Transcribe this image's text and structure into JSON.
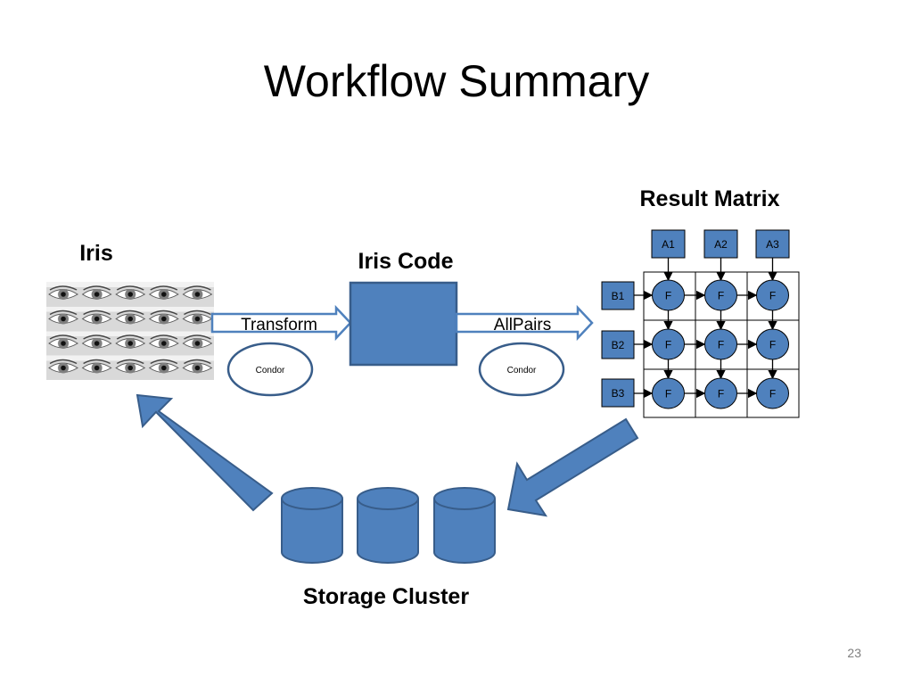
{
  "slide": {
    "title": "Workflow Summary",
    "page_number": "23"
  },
  "labels": {
    "iris": "Iris",
    "iris_code": "Iris Code",
    "result_matrix": "Result Matrix",
    "storage_cluster": "Storage Cluster"
  },
  "steps": {
    "transform": "Transform",
    "transform_engine": "Condor",
    "allpairs": "AllPairs",
    "allpairs_engine": "Condor"
  },
  "matrix": {
    "columns": [
      "A1",
      "A2",
      "A3"
    ],
    "rows": [
      "B1",
      "B2",
      "B3"
    ],
    "cell_label": "F"
  },
  "colors": {
    "shape_fill": "#4f81bd",
    "shape_stroke": "#385d8a",
    "outline": "#000000"
  }
}
